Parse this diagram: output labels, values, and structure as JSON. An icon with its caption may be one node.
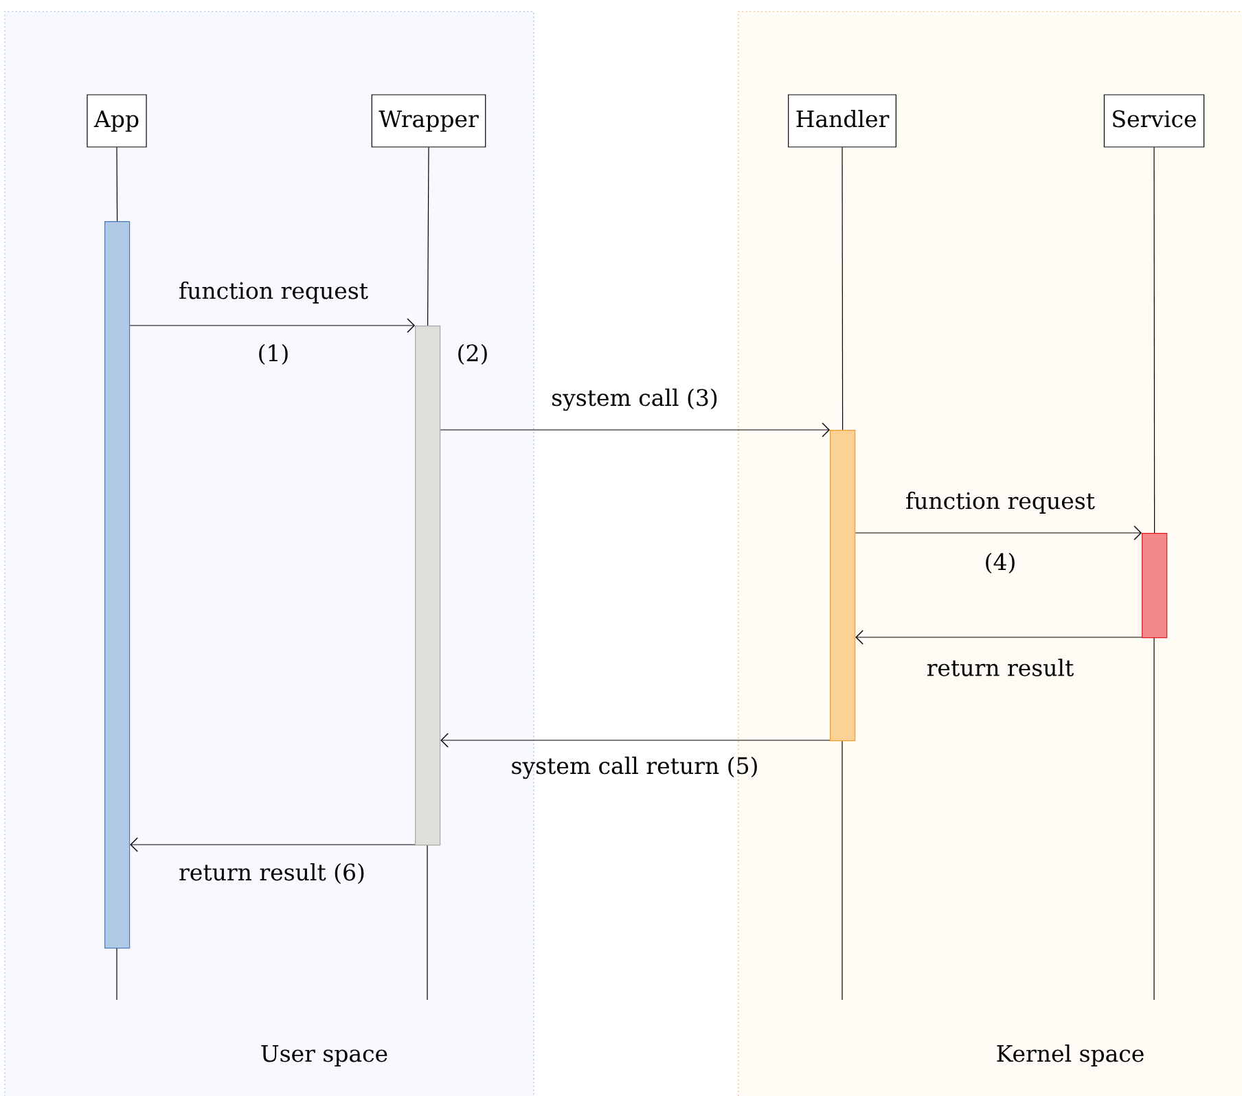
{
  "diagram": {
    "nodes": [
      {
        "text": [
          "User space"
        ]
      },
      {
        "text": [
          "Kernel space"
        ]
      },
      {
        "text": [
          "App"
        ],
        "in": 0
      },
      {
        "text": [
          "Wrapper"
        ],
        "in": 0
      },
      {
        "text": [
          "Handler"
        ],
        "in": 1
      },
      {
        "text": [
          "Service"
        ],
        "in": 1
      },
      {
        "text": [],
        "shape": "bar",
        "in": 0
      },
      {
        "text": [],
        "shape": "bar",
        "in": 0,
        "beside": [
          "(2)"
        ]
      },
      {
        "text": [],
        "shape": "bar",
        "in": 1
      },
      {
        "text": [],
        "shape": "bar",
        "in": 1
      }
    ],
    "edges": [
      {
        "from": 2,
        "to": 6,
        "arrow": "none"
      },
      {
        "from": 3,
        "to": 7,
        "arrow": "none"
      },
      {
        "from": 4,
        "to": 8,
        "arrow": "none"
      },
      {
        "from": 5,
        "to": 9,
        "arrow": "none"
      },
      {
        "from": 6,
        "to": 7,
        "arrow": "to",
        "label": "function request"
      },
      {
        "from": 7,
        "to": 8,
        "arrow": "to",
        "label": "system call (3)"
      },
      {
        "from": 8,
        "to": 9,
        "arrow": "to",
        "label": "function request"
      },
      {
        "from": 9,
        "to": 8,
        "arrow": "to",
        "label": "return result"
      },
      {
        "from": 8,
        "to": 7,
        "arrow": "to",
        "label": "system call return (5)"
      },
      {
        "from": 7,
        "to": 6,
        "arrow": "to",
        "label": "return result (6)"
      }
    ],
    "labels": [
      "(1)",
      "(4)"
    ]
  }
}
